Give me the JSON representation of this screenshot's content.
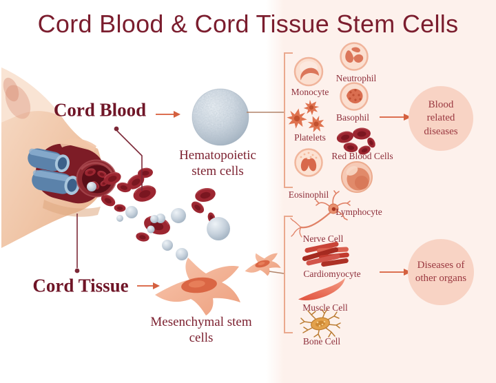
{
  "title": "Cord Blood & Cord Tissue Stem Cells",
  "cord_blood": {
    "label": "Cord Blood",
    "stem_cell": "Hematopoietic stem cells",
    "cells": [
      {
        "label": "Monocyte",
        "icon": "monocyte-icon"
      },
      {
        "label": "Neutrophil",
        "icon": "neutrophil-icon"
      },
      {
        "label": "Platelets",
        "icon": "platelets-icon"
      },
      {
        "label": "Basophil",
        "icon": "basophil-icon"
      },
      {
        "label": "Red Blood Cells",
        "icon": "red-blood-cells-icon"
      },
      {
        "label": "Eosinophil",
        "icon": "eosinophil-icon"
      },
      {
        "label": "Lymphocyte",
        "icon": "lymphocyte-icon"
      }
    ],
    "outcome": "Blood related diseases"
  },
  "cord_tissue": {
    "label": "Cord Tissue",
    "stem_cell": "Mesenchymal stem cells",
    "cells": [
      {
        "label": "Nerve Cell",
        "icon": "nerve-cell-icon"
      },
      {
        "label": "Cardiomyocyte",
        "icon": "cardiomyocyte-icon"
      },
      {
        "label": "Muscle Cell",
        "icon": "muscle-cell-icon"
      },
      {
        "label": "Bone Cell",
        "icon": "bone-cell-icon"
      }
    ],
    "outcome": "Diseases of other organs"
  },
  "colors": {
    "title_maroon": "#7b1d2e",
    "label_maroon": "#8e2f3b",
    "arrow_salmon": "#dc6f50",
    "bracket_salmon": "#eaa88d",
    "panel_pink": "#fdf1ec",
    "bubble_fill": "#f8d3c4"
  }
}
